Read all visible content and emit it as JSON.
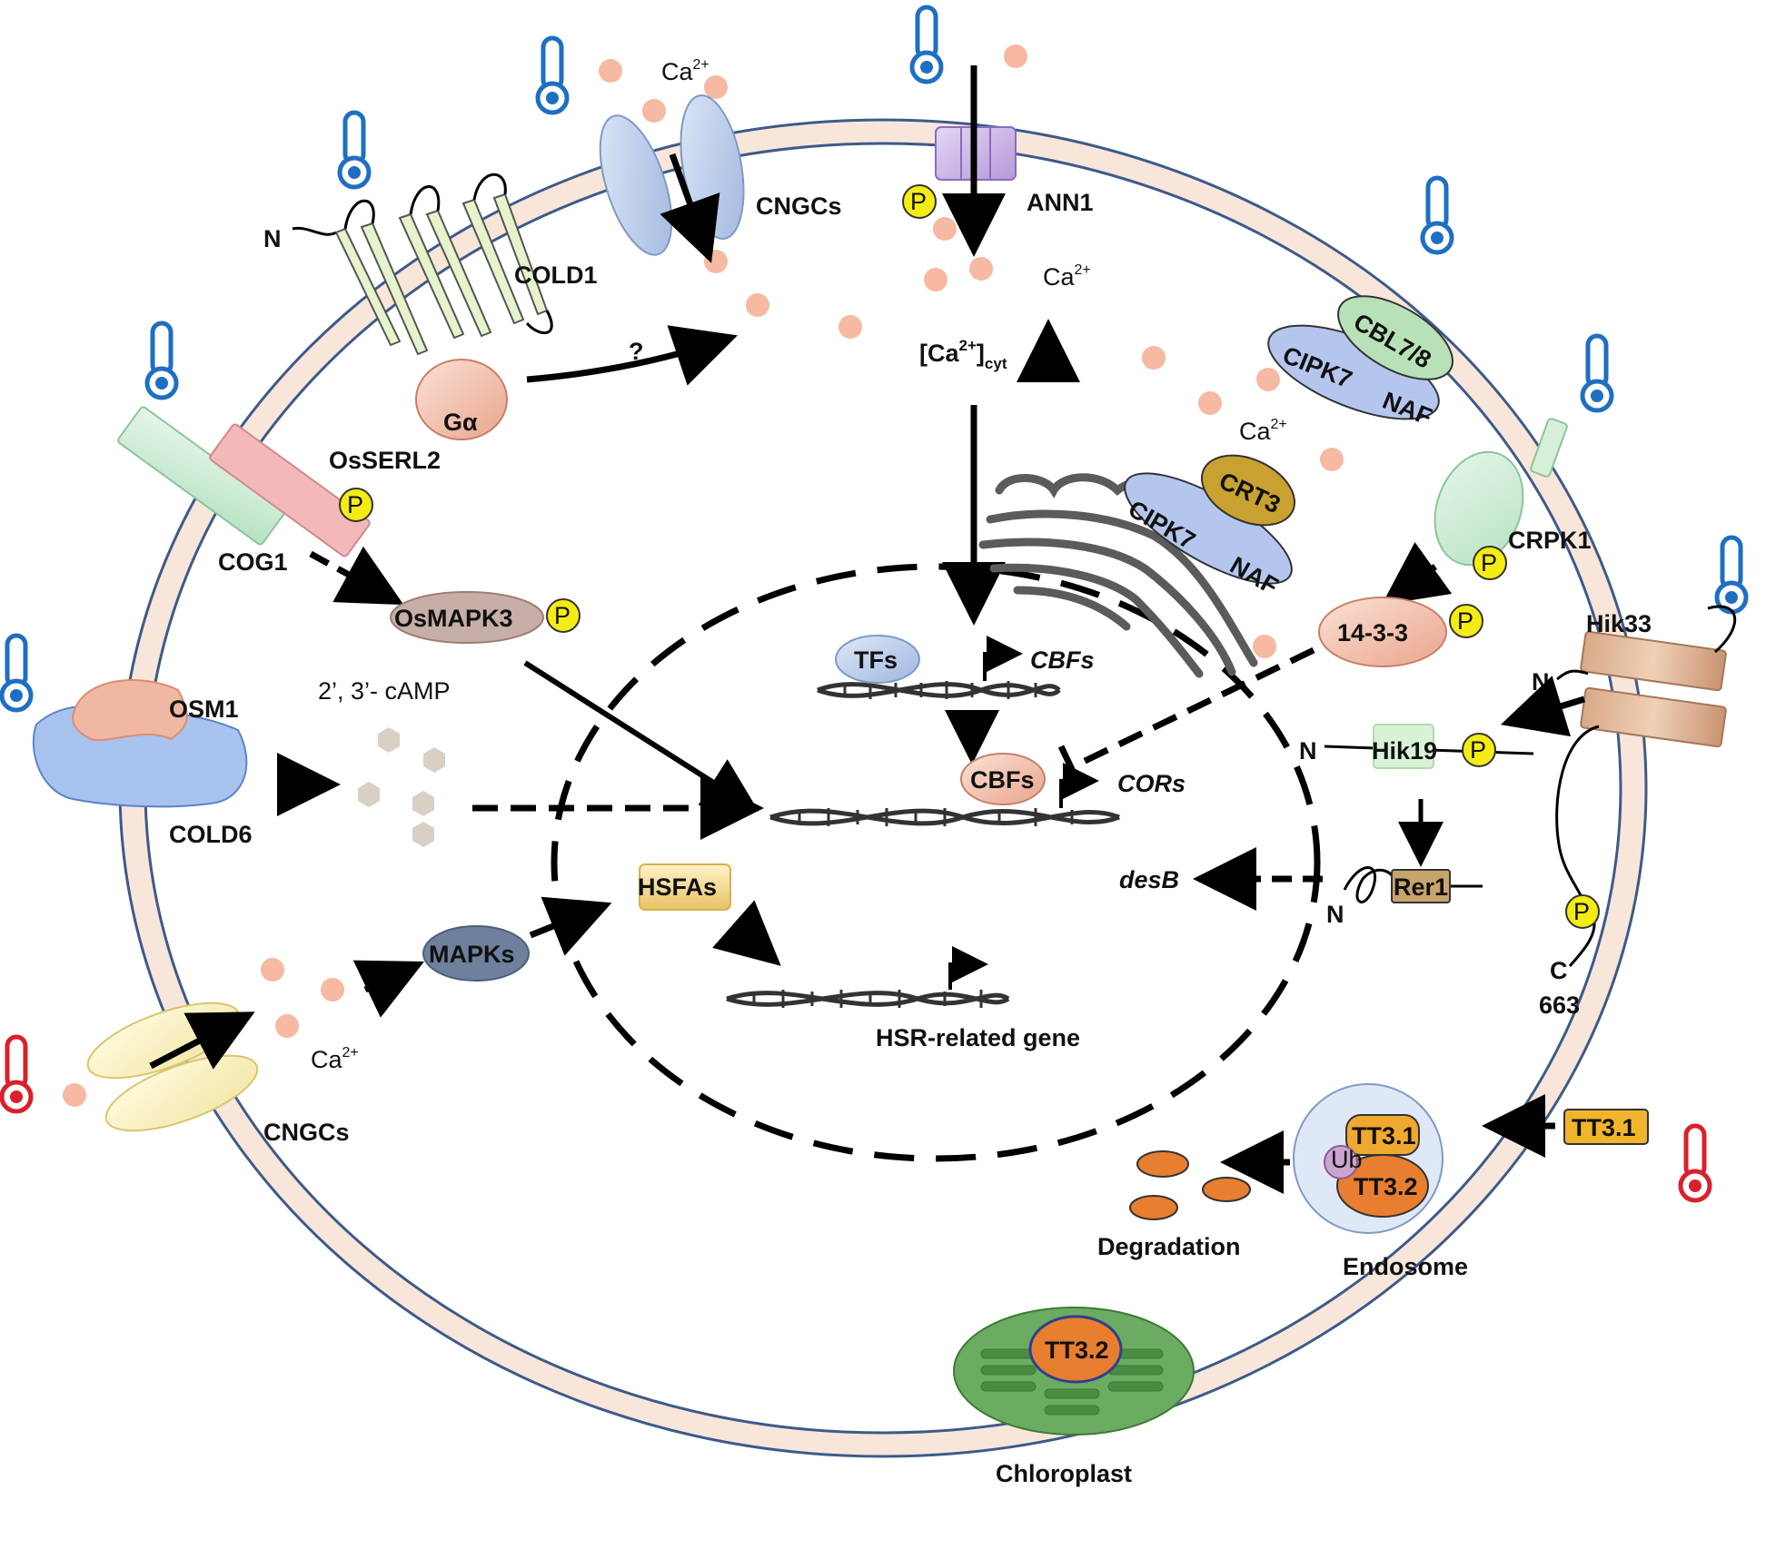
{
  "labels": {
    "ca_top": "Ca",
    "ca_sup": "2+",
    "cngcs_top": "CNGCs",
    "ann1": "ANN1",
    "cold1": "COLD1",
    "n_cold1": "N",
    "ca_mid": "Ca",
    "ga": "Gα",
    "question": "?",
    "ca_cyt": "[Ca",
    "ca_cyt_sup": "2+",
    "ca_cyt_sub": "]",
    "cyt_sub": "cyt",
    "cbl78": "CBL7/8",
    "cipk7_top": "CIPK7",
    "naf_top": "NAF",
    "ca_right": "Ca",
    "osserl2": "OsSERL2",
    "cog1": "COG1",
    "crt3": "CRT3",
    "cipk7_er": "CIPK7",
    "naf_er": "NAF",
    "crpk1": "CRPK1",
    "osmapk3": "OsMAPK3",
    "p": "P",
    "fourteen": "14-3-3",
    "hik33": "Hik33",
    "tfs": "TFs",
    "cbfs_gene": "CBFs",
    "osm1": "OSM1",
    "camp": "2’, 3’- cAMP",
    "n_hik33": "N",
    "hik19": "Hik19",
    "n_hik19": "N",
    "cbfs_prot": "CBFs",
    "cors": "CORs",
    "cold6": "COLD6",
    "desb": "desB",
    "rer1": "Rer1",
    "n_rer1": "N",
    "c663_c": "C",
    "c663_n": "663",
    "hsfas": "HSFAs",
    "mapks": "MAPKs",
    "hsr_gene": "HSR-related gene",
    "ca_bottom": "Ca",
    "cngcs_bottom": "CNGCs",
    "tt31_out": "TT3.1",
    "tt31_in": "TT3.1",
    "ub": "Ub",
    "tt32_in": "TT3.2",
    "degradation": "Degradation",
    "endosome": "Endosome",
    "tt32_chl": "TT3.2",
    "chloroplast": "Chloroplast"
  },
  "colors": {
    "membrane_fill": "#f9e6da",
    "membrane_stroke": "#3d5a8a",
    "calcium": "#f6b9a1",
    "cold_icon": "#1e6fc2",
    "heat_icon": "#d9212b",
    "phospho": "#f5ec13",
    "orange_protein": "#e87e2f",
    "chloroplast": "#6cab62"
  },
  "icons": {
    "cold": "thermometer-cold-icon",
    "heat": "thermometer-heat-icon"
  }
}
